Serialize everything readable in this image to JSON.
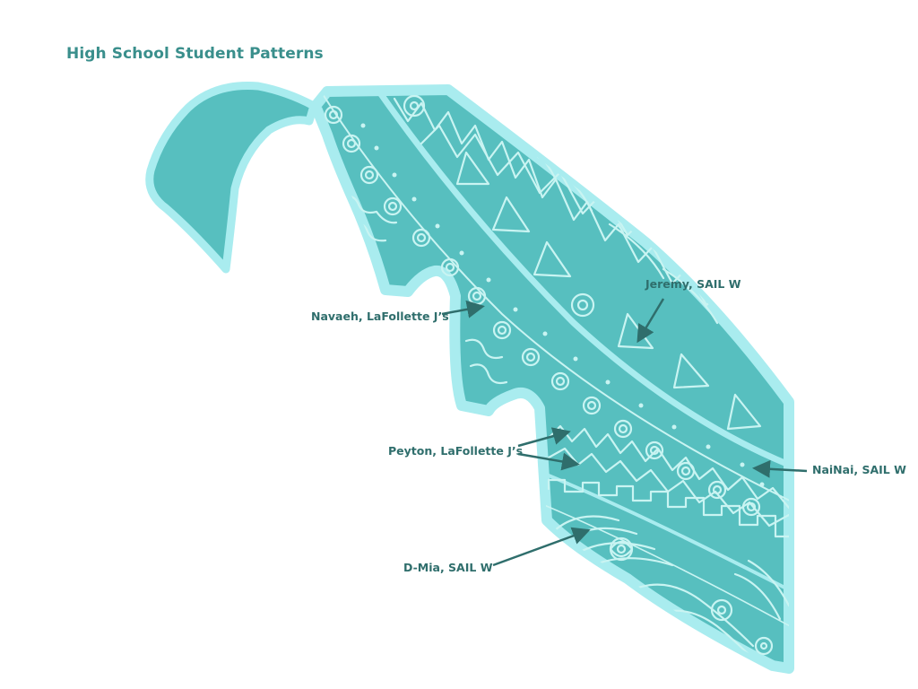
{
  "title": "High School Student Patterns",
  "colors": {
    "fabric_fill": "#57bfbf",
    "fabric_outline": "#a9ecef",
    "pattern_lines": "#c9f4f2",
    "label_text": "#2f6e6c",
    "title_text": "#3a8f8c"
  },
  "labels": {
    "jeremy": "Jeremy, SAIL W",
    "navaeh": "Navaeh, LaFollette J’s",
    "peyton": "Peyton, LaFollette J’s",
    "nainai": "NaiNai, SAIL W",
    "dmia": "D-Mia, SAIL W"
  }
}
